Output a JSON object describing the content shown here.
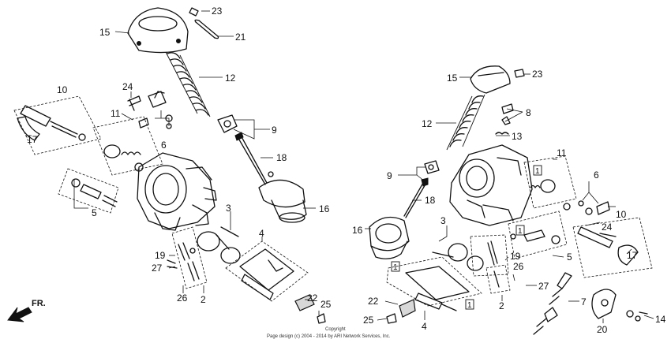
{
  "callouts": {
    "l15": "15",
    "l23": "23",
    "l21": "21",
    "l12": "12",
    "l10": "10",
    "l24": "24",
    "l11": "11",
    "l17": "17",
    "l6": "6",
    "l9": "9",
    "l18": "18",
    "l5": "5",
    "l16": "16",
    "l3": "3",
    "l4": "4",
    "l19": "19",
    "l27": "27",
    "l26": "26",
    "l2": "2",
    "l22": "22",
    "l25": "25",
    "r15": "15",
    "r23": "23",
    "r12": "12",
    "r8": "8",
    "r13": "13",
    "r11": "11",
    "r9": "9",
    "r18": "18",
    "r6": "6",
    "r10": "10",
    "r24": "24",
    "r3": "3",
    "r16": "16",
    "r1a": "1",
    "r1b": "1",
    "r1c": "1",
    "r1d": "1",
    "r19": "19",
    "r26": "26",
    "r5": "5",
    "r17": "17",
    "r27": "27",
    "r2": "2",
    "r7": "7",
    "r22": "22",
    "r25": "25",
    "r4": "4",
    "r20": "20",
    "r14": "14"
  },
  "direction": {
    "label": "FR."
  },
  "copyright": {
    "line1": "Copyright",
    "line2": "Page design (c) 2004 - 2014 by ARI Network Services, Inc."
  }
}
